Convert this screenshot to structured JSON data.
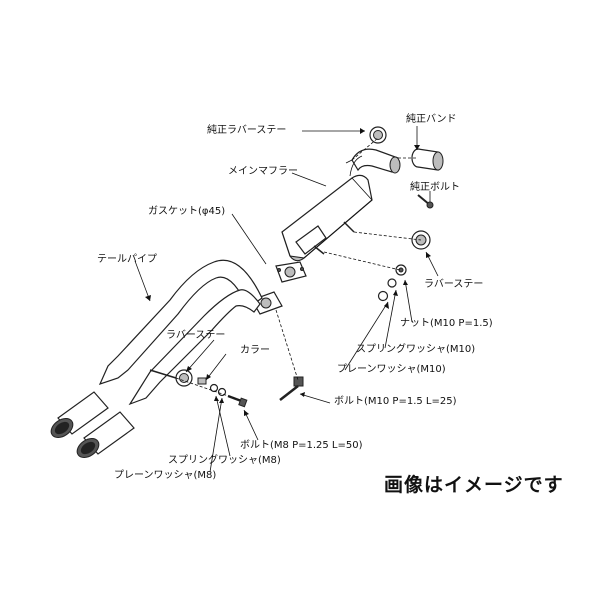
{
  "labels": {
    "rubber_stay_stock": "純正ラバーステー",
    "band_stock": "純正バンド",
    "main_muffler": "メインマフラー",
    "bolt_stock": "純正ボルト",
    "gasket": "ガスケット(φ45)",
    "tail_pipe": "テールパイプ",
    "rubber_stay_right": "ラバーステー",
    "nut": "ナット(M10 P=1.5)",
    "rubber_stay_left": "ラバーステー",
    "collar": "カラー",
    "spring_washer_m10": "スプリングワッシャ(M10)",
    "plain_washer_m10": "プレーンワッシャ(M10)",
    "bolt_m10": "ボルト(M10 P=1.5 L=25)",
    "bolt_m8": "ボルト(M8 P=1.25 L=50)",
    "spring_washer_m8": "スプリングワッシャ(M8)",
    "plain_washer_m8": "プレーンワッシャ(M8)"
  },
  "note": "画像はイメージです"
}
